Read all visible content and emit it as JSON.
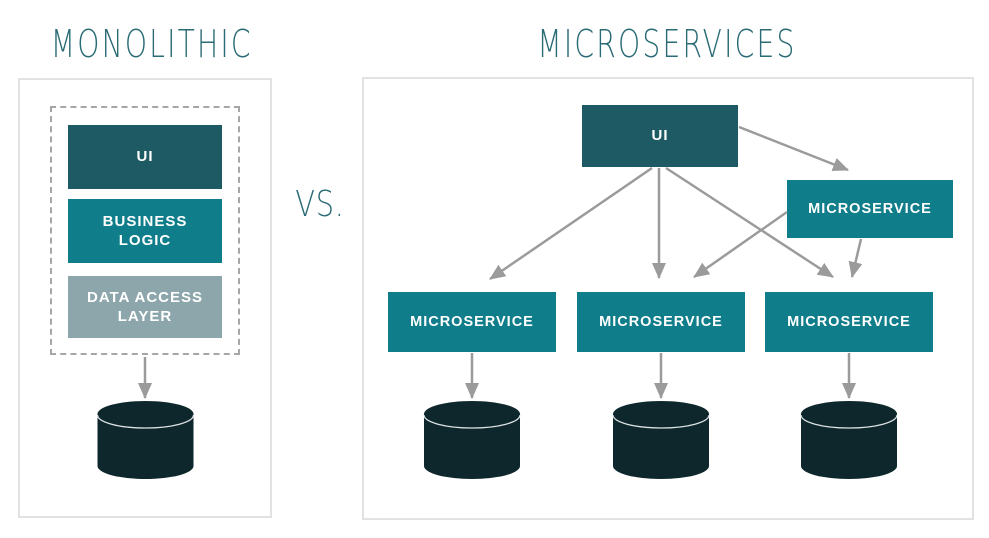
{
  "vs_label": "VS.",
  "colors": {
    "title_teal": "#2A6B76",
    "dark_teal": "#1E5A64",
    "teal": "#0F7D8A",
    "muted_teal": "#8CA6AB",
    "database_dark": "#0D272C",
    "arrow_gray": "#9B9B9B",
    "panel_border": "#E2E2E2",
    "dashed_border": "#A6A6A6"
  },
  "monolithic": {
    "title": "MONOLITHIC",
    "layers": [
      {
        "label": "UI"
      },
      {
        "label": "BUSINESS LOGIC"
      },
      {
        "label": "DATA ACCESS LAYER"
      }
    ]
  },
  "microservices": {
    "title": "MICROSERVICES",
    "ui_label": "UI",
    "gateway_label": "MICROSERVICE",
    "services": [
      {
        "label": "MICROSERVICE"
      },
      {
        "label": "MICROSERVICE"
      },
      {
        "label": "MICROSERVICE"
      }
    ]
  }
}
